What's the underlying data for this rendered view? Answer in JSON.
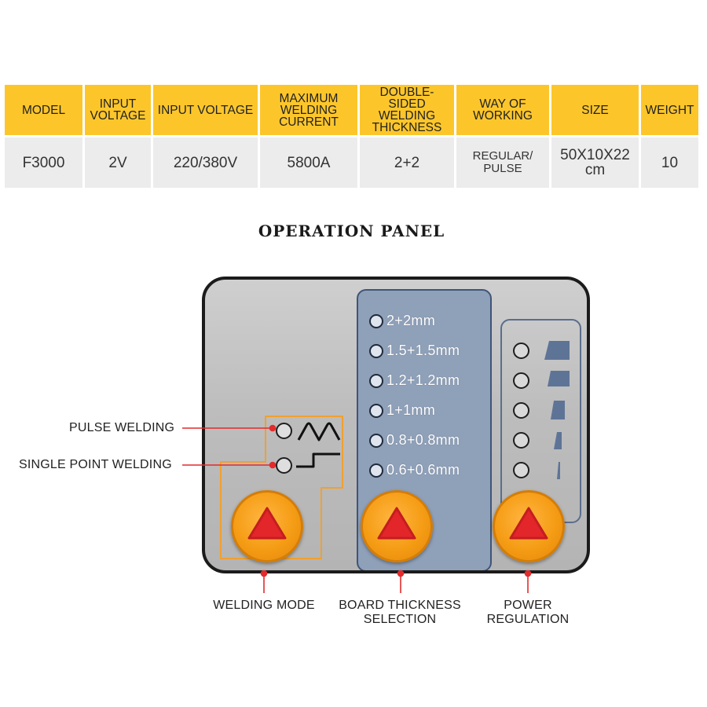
{
  "table": {
    "headers": [
      "MODEL",
      "INPUT VOLTAGE",
      "INPUT VOLTAGE",
      "MAXIMUM WELDING CURRENT",
      "DOUBLE-SIDED WELDING THICKNESS",
      "WAY OF WORKING",
      "SIZE",
      "WEIGHT"
    ],
    "values": [
      "F3000",
      "2V",
      "220/380V",
      "5800A",
      "2+2",
      "REGULAR/ PULSE",
      "50X10X22 cm",
      "10"
    ]
  },
  "section_title": "OPERATION PANEL",
  "thickness_options": [
    "2+2mm",
    "1.5+1.5mm",
    "1.2+1.2mm",
    "1+1mm",
    "0.8+0.8mm",
    "0.6+0.6mm"
  ],
  "power_levels": 5,
  "callouts": {
    "pulse_welding": "PULSE WELDING",
    "single_point_welding": "SINGLE POINT WELDING",
    "welding_mode": "WELDING MODE",
    "board_thickness": "BOARD THICKNESS SELECTION",
    "power_regulation": "POWER REGULATION"
  },
  "colors": {
    "header_bg": "#fcc62b",
    "value_bg": "#ececec",
    "button_orange": "#f59c15",
    "button_triangle": "#e3262a",
    "callout_red": "#e32b2b",
    "thickness_panel": "#8fa0b9"
  }
}
